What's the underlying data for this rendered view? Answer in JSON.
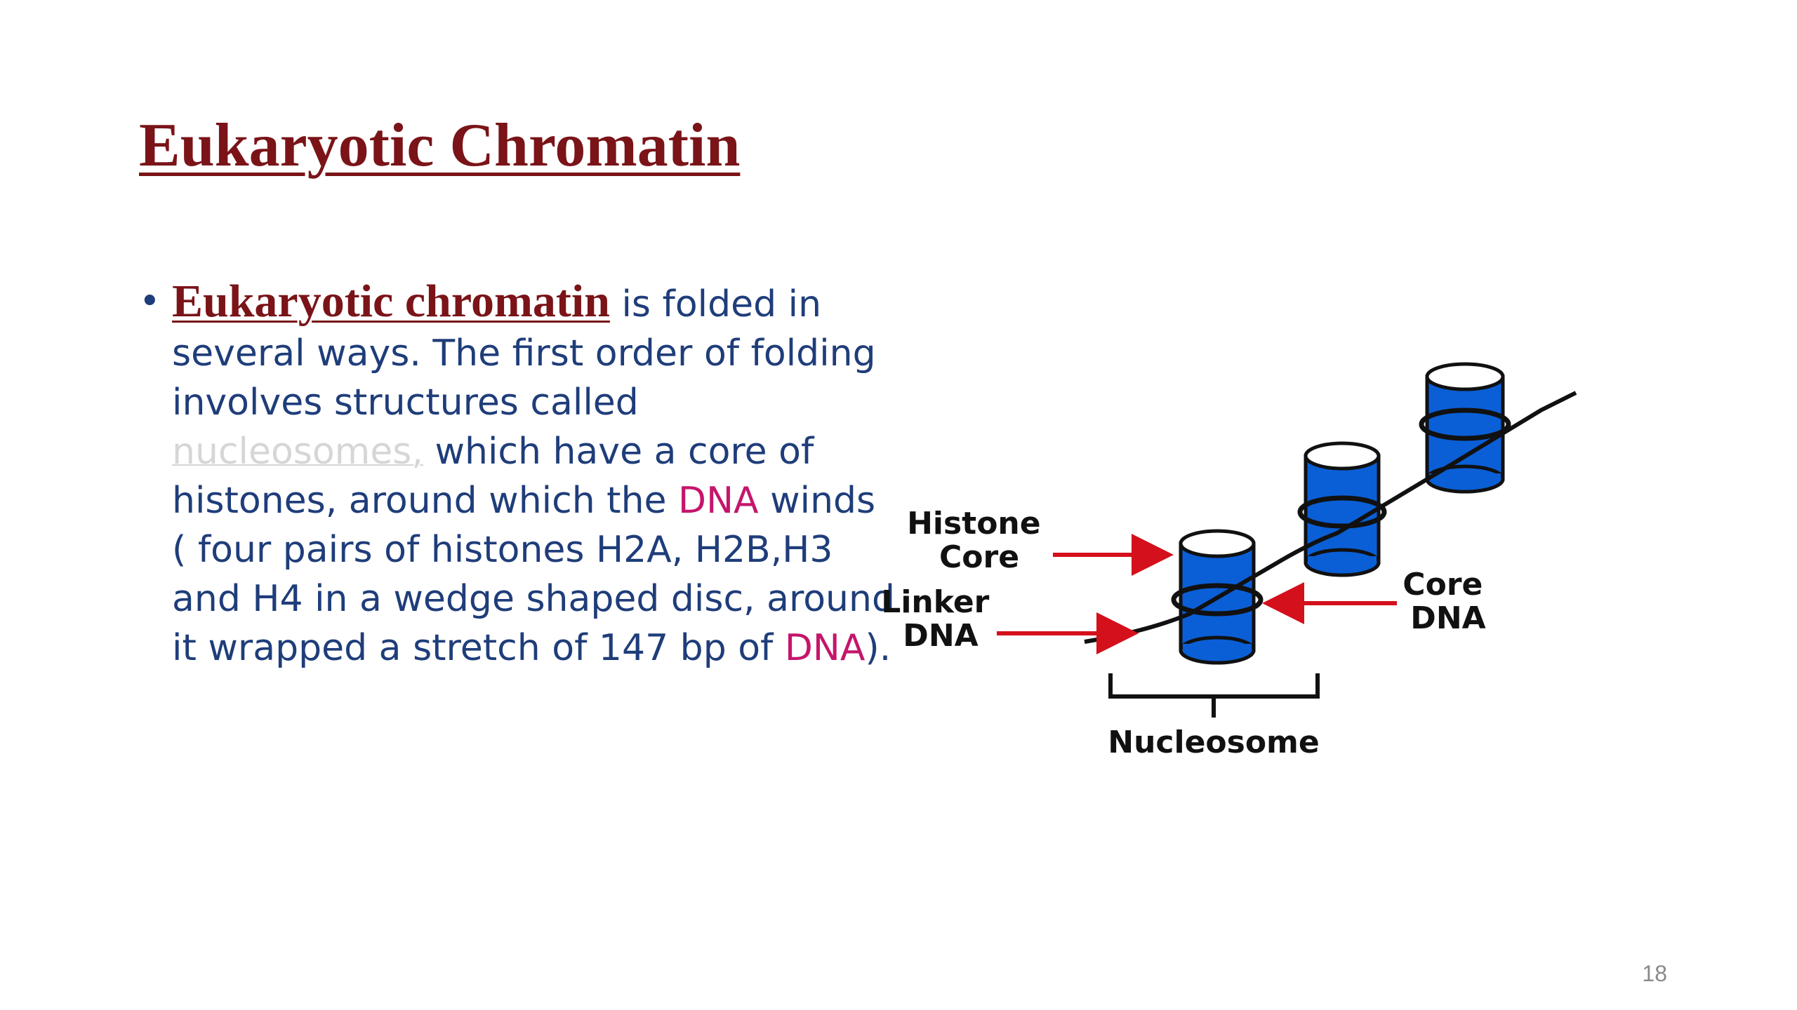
{
  "slide": {
    "title": "Eukaryotic Chromatin",
    "page_number": "18"
  },
  "bullet": {
    "symbol": "•",
    "term": "Eukaryotic chromatin",
    "text_1": " is folded in several ways. The first order of folding involves structures called ",
    "link_text": "nucleosomes,",
    "text_2": " which have a core of histones, around which the ",
    "dna_1": "DNA",
    "text_3": " winds ( four pairs of histones H2A, H2B,H3 and H4 in a wedge shaped disc, around it wrapped a stretch of 147 bp of ",
    "dna_2": "DNA",
    "text_4": ")."
  },
  "figure": {
    "labels": {
      "histone_core_line1": "Histone",
      "histone_core_line2": "Core",
      "linker_dna_line1": "Linker",
      "linker_dna_line2": "DNA",
      "core_dna_line1": "Core",
      "core_dna_line2": "DNA",
      "nucleosome": "Nucleosome"
    },
    "colors": {
      "histone_fill": "#0a5fd6",
      "arrow": "#d4101c",
      "dna": "#111111"
    }
  }
}
